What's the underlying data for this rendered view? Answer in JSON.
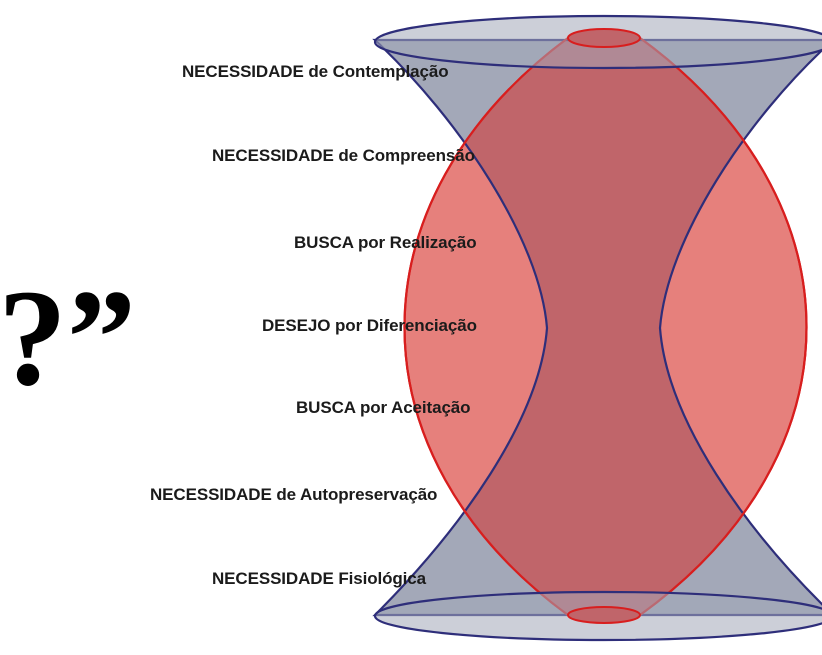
{
  "fragment": {
    "quote_text": "?”"
  },
  "levels": [
    {
      "label": "NECESSIDADE de Contemplação"
    },
    {
      "label": "NECESSIDADE de Compreensão"
    },
    {
      "label": "BUSCA por Realização"
    },
    {
      "label": "DESEJO por Diferenciação"
    },
    {
      "label": "BUSCA por Aceitação"
    },
    {
      "label": "NECESSIDADE de Autopreservação"
    },
    {
      "label": "NECESSIDADE Fisiológica"
    }
  ],
  "colors": {
    "cone_fill": "#a3a8b8",
    "cone_stroke": "#2e2e7a",
    "lens_fill": "#e6807c",
    "lens_stroke": "#d81e1e",
    "overlap_fill": "#c0656a"
  }
}
